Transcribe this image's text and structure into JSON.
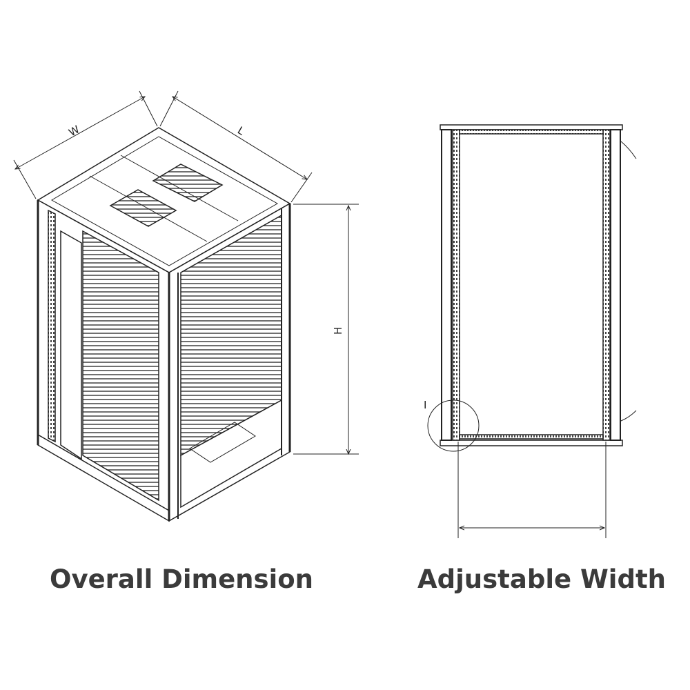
{
  "left_figure": {
    "caption": "Overall Dimension",
    "dimension_labels": {
      "width": "W",
      "length": "L",
      "height": "H"
    }
  },
  "right_figure": {
    "caption": "Adjustable Width",
    "detail_label": "I"
  },
  "colors": {
    "line": "#222222",
    "caption": "#3b3b3b"
  }
}
